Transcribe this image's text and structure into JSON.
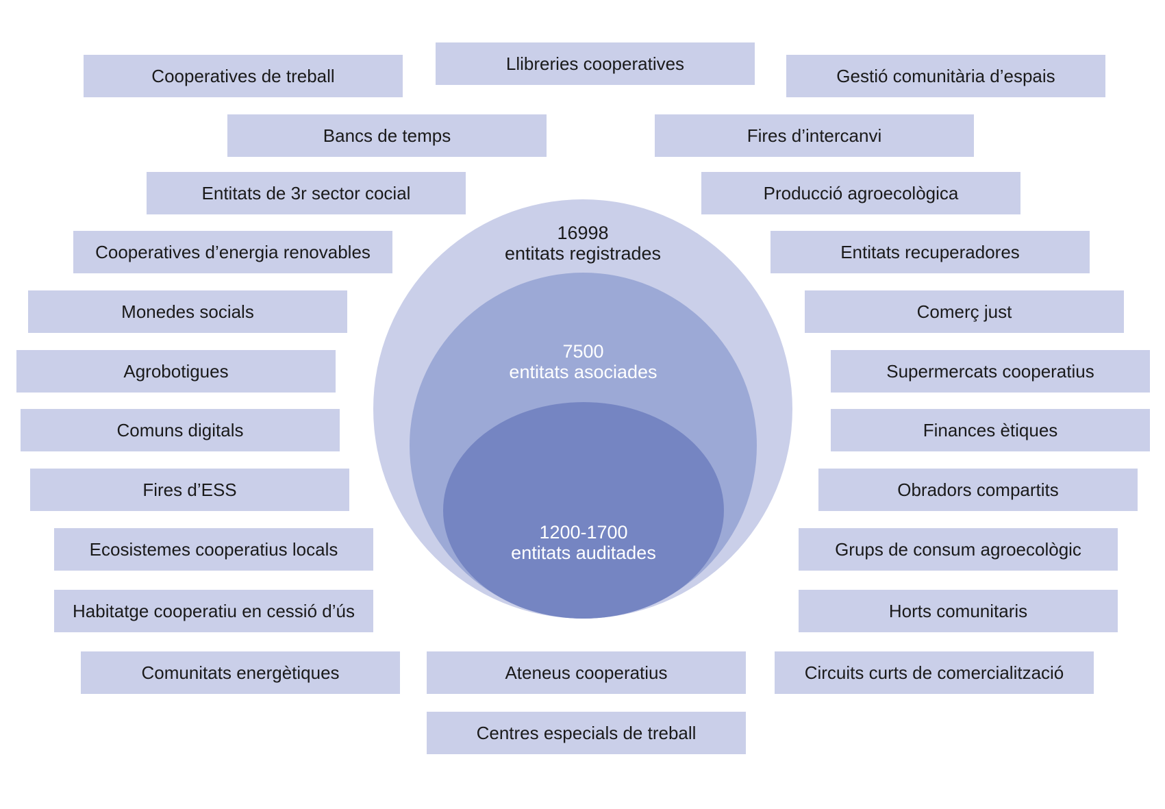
{
  "colors": {
    "box_fill": "#cacfe9",
    "outer_circle": "#cacfe9",
    "middle_circle": "#9ca9d6",
    "inner_circle": "#7585c2",
    "dark_text": "#1a1a1a",
    "light_text": "#ffffff"
  },
  "circles": {
    "registered": {
      "count": "16998",
      "label": "entitats registrades"
    },
    "associated": {
      "count": "7500",
      "label": "entitats asociades"
    },
    "audited": {
      "count": "1200-1700",
      "label": "entitats auditades"
    }
  },
  "categories": [
    "Cooperatives de treball",
    "Llibreries cooperatives",
    "Gestió comunitària d’espais",
    "Bancs de temps",
    "Fires d’intercanvi",
    "Entitats de 3r sector cocial",
    "Producció agroecològica",
    "Cooperatives d’energia renovables",
    "Entitats recuperadores",
    "Monedes socials",
    "Comerç just",
    "Agrobotigues",
    "Supermercats cooperatius",
    "Comuns digitals",
    "Finances ètiques",
    "Fires d’ESS",
    "Obradors compartits",
    "Ecosistemes cooperatius locals",
    "Grups de consum agroecològic",
    "Habitatge cooperatiu en cessió d’ús",
    "Horts comunitaris",
    "Comunitats energètiques",
    "Ateneus cooperatius",
    "Circuits curts de comercialització",
    "Centres especials de treball"
  ]
}
